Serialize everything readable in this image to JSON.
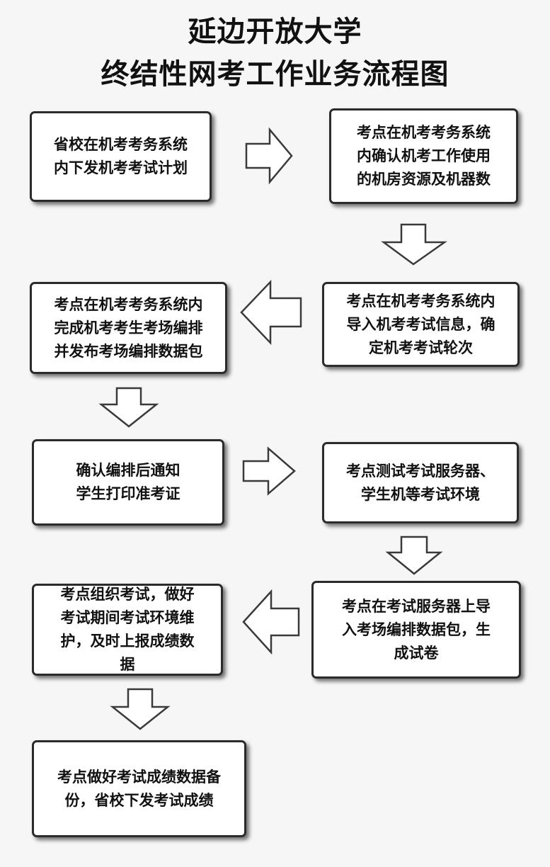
{
  "title": {
    "line1": "延边开放大学",
    "line2": "终结性网考工作业务流程图"
  },
  "steps": [
    {
      "text": "省校在机考考务系统\n内下发机考考试计划"
    },
    {
      "text": "考点在机考考务系统\n内确认机考工作使用\n的机房资源及机器数"
    },
    {
      "text": "考点在机考考务系统内\n导入机考考试信息，确\n定机考考试轮次"
    },
    {
      "text": "考点在机考考务系统内\n完成机考考生考场编排\n并发布考场编排数据包"
    },
    {
      "text": "确认编排后通知\n学生打印准考证"
    },
    {
      "text": "考点测试考试服务器、\n学生机等考试环境"
    },
    {
      "text": "考点在考试服务器上导\n入考场编排数据包，生\n成试卷"
    },
    {
      "text": "考点组织考试，做好\n考试期间考试环境维\n护，及时上报成绩数\n据"
    },
    {
      "text": "考点做好考试成绩数据备\n份，省校下发考试成绩"
    }
  ]
}
